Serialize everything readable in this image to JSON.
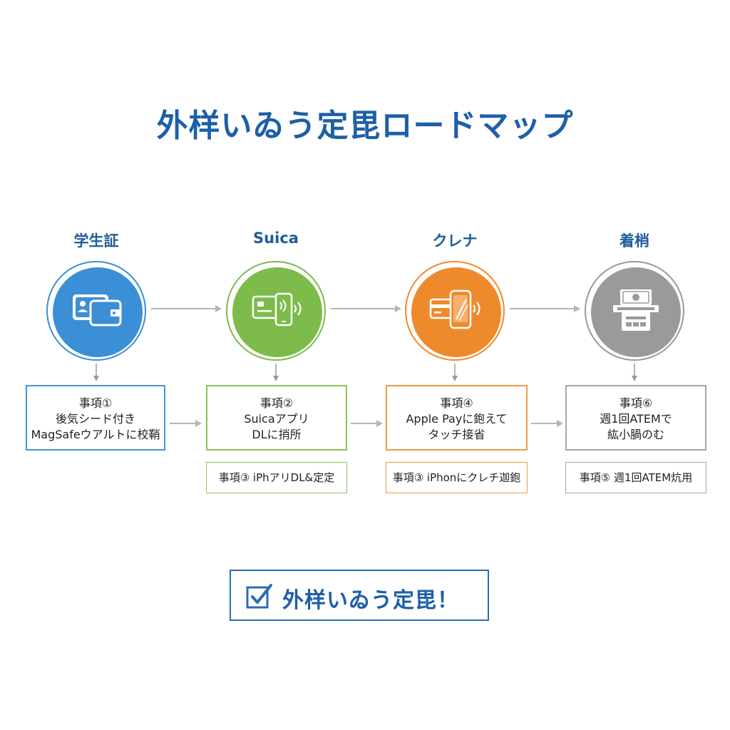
{
  "title": "外样いゐう定毘ロードマップ",
  "colors": {
    "blue": "#3b8fd6",
    "green": "#7dbb4a",
    "orange": "#ef8a2c",
    "gray": "#9a9a9a",
    "title_blue": "#1d5fa8"
  },
  "columns": [
    {
      "label": "学生証",
      "icon": "id-card-wallet-icon",
      "step": [
        "事項①",
        "後気シード付き",
        "MagSafeウアルトに校鞘"
      ],
      "sub": ""
    },
    {
      "label": "Suica",
      "icon": "card-phone-nfc-icon",
      "step": [
        "事項②",
        "Suicaアプリ",
        "DLに捎所"
      ],
      "sub": "事項③ iPhアリDL&定定"
    },
    {
      "label": "クレナ",
      "icon": "card-phone-tap-icon",
      "step": [
        "事項④",
        "Apple Payに鉋えて",
        "タッチ接省"
      ],
      "sub": "事項③ iPhonにクレチ迦鉋"
    },
    {
      "label": "着梢",
      "icon": "cash-atm-icon",
      "step": [
        "事項⑥",
        "週1回ATEMで",
        "紘小腡のむ"
      ],
      "sub": "事項⑤ 週1回ATEM炕用"
    }
  ],
  "final": {
    "text": "外样いゐう定毘！",
    "icon": "checkbox-icon"
  }
}
